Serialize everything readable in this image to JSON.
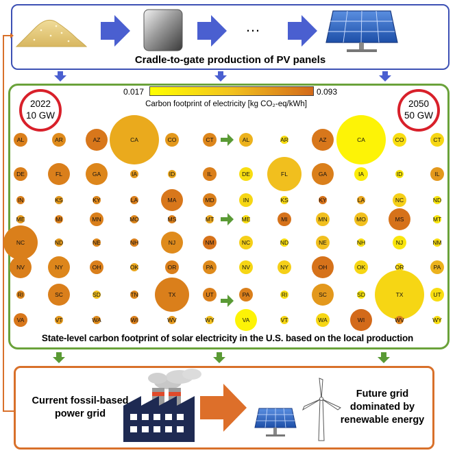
{
  "top": {
    "caption": "Cradle-to-gate production of PV panels",
    "ellipsis": "…"
  },
  "colorbar": {
    "min_label": "0.017",
    "max_label": "0.093",
    "label": "Carbon footprint of electricity [kg CO₂-eq/kWh]",
    "low_color": "#ffff00",
    "high_color": "#d36a1a"
  },
  "scenarios": [
    {
      "year": "2022",
      "capacity": "10 GW"
    },
    {
      "year": "2050",
      "capacity": "50 GW"
    }
  ],
  "mid_caption": "State-level carbon footprint of solar electricity in the U.S. based on the local production",
  "bottom": {
    "left_label": "Current fossil-based power grid",
    "right_label": "Future grid dominated by renewable energy"
  },
  "colors": {
    "blue_frame": "#3c50b4",
    "green_frame": "#6aa23a",
    "orange_frame": "#d8702a",
    "ring_red": "#d8202a",
    "arrow_blue": "#4a5fd0",
    "arrow_green": "#5a9a35",
    "arrow_orange": "#dd6f2a"
  },
  "chart_data": {
    "type": "bubble-grid",
    "colorscale": {
      "min": 0.017,
      "max": 0.093
    },
    "panels": [
      {
        "year": "2022",
        "capacity": "10 GW",
        "rows": [
          [
            {
              "s": "AL",
              "c": 0.085,
              "r": "s"
            },
            {
              "s": "AR",
              "c": 0.08,
              "r": "s"
            },
            {
              "s": "AZ",
              "c": 0.088,
              "r": "m"
            },
            {
              "s": "CA",
              "c": 0.068,
              "r": "xl"
            },
            {
              "s": "CO",
              "c": 0.075,
              "r": "s"
            },
            {
              "s": "CT",
              "c": 0.082,
              "r": "s"
            }
          ],
          [
            {
              "s": "DE",
              "c": 0.085,
              "r": "s"
            },
            {
              "s": "FL",
              "c": 0.085,
              "r": "m"
            },
            {
              "s": "GA",
              "c": 0.082,
              "r": "m"
            },
            {
              "s": "IA",
              "c": 0.075,
              "r": "xs"
            },
            {
              "s": "ID",
              "c": 0.07,
              "r": "xs"
            },
            {
              "s": "IL",
              "c": 0.085,
              "r": "s"
            }
          ],
          [
            {
              "s": "IN",
              "c": 0.085,
              "r": "xs"
            },
            {
              "s": "KS",
              "c": 0.075,
              "r": "xs"
            },
            {
              "s": "KY",
              "c": 0.082,
              "r": "xs"
            },
            {
              "s": "LA",
              "c": 0.085,
              "r": "xs"
            },
            {
              "s": "MA",
              "c": 0.088,
              "r": "m"
            },
            {
              "s": "MD",
              "c": 0.085,
              "r": "s"
            }
          ],
          [
            {
              "s": "ME",
              "c": 0.075,
              "r": "xs"
            },
            {
              "s": "MI",
              "c": 0.085,
              "r": "xs"
            },
            {
              "s": "MN",
              "c": 0.085,
              "r": "s"
            },
            {
              "s": "MO",
              "c": 0.082,
              "r": "xs"
            },
            {
              "s": "MS",
              "c": 0.085,
              "r": "xs"
            },
            {
              "s": "MT",
              "c": 0.07,
              "r": "xs"
            }
          ],
          [
            {
              "s": "NC",
              "c": 0.085,
              "r": "l"
            },
            {
              "s": "ND",
              "c": 0.075,
              "r": "xs"
            },
            {
              "s": "NE",
              "c": 0.082,
              "r": "xs"
            },
            {
              "s": "NH",
              "c": 0.085,
              "r": "xs"
            },
            {
              "s": "NJ",
              "c": 0.08,
              "r": "m"
            },
            {
              "s": "NM",
              "c": 0.09,
              "r": "s"
            }
          ],
          [
            {
              "s": "NV",
              "c": 0.085,
              "r": "m"
            },
            {
              "s": "NY",
              "c": 0.082,
              "r": "m"
            },
            {
              "s": "OH",
              "c": 0.085,
              "r": "s"
            },
            {
              "s": "OK",
              "c": 0.07,
              "r": "xs"
            },
            {
              "s": "OR",
              "c": 0.085,
              "r": "s"
            },
            {
              "s": "PA",
              "c": 0.08,
              "r": "s"
            }
          ],
          [
            {
              "s": "RI",
              "c": 0.082,
              "r": "xs"
            },
            {
              "s": "SC",
              "c": 0.085,
              "r": "m"
            },
            {
              "s": "SD",
              "c": 0.06,
              "r": "xs"
            },
            {
              "s": "TN",
              "c": 0.082,
              "r": "xs"
            },
            {
              "s": "TX",
              "c": 0.085,
              "r": "l"
            },
            {
              "s": "UT",
              "c": 0.085,
              "r": "s"
            }
          ],
          [
            {
              "s": "VA",
              "c": 0.088,
              "r": "s"
            },
            {
              "s": "VT",
              "c": 0.075,
              "r": "xs"
            },
            {
              "s": "WA",
              "c": 0.08,
              "r": "xs"
            },
            {
              "s": "WI",
              "c": 0.085,
              "r": "xs"
            },
            {
              "s": "WV",
              "c": 0.075,
              "r": "xs"
            },
            {
              "s": "WY",
              "c": 0.06,
              "r": "xs"
            }
          ]
        ]
      },
      {
        "year": "2050",
        "capacity": "50 GW",
        "rows": [
          [
            {
              "s": "AL",
              "c": 0.065,
              "r": "s"
            },
            {
              "s": "AR",
              "c": 0.04,
              "r": "xs"
            },
            {
              "s": "AZ",
              "c": 0.088,
              "r": "m"
            },
            {
              "s": "CA",
              "c": 0.025,
              "r": "xl"
            },
            {
              "s": "CO",
              "c": 0.04,
              "r": "s"
            },
            {
              "s": "CT",
              "c": 0.045,
              "r": "s"
            }
          ],
          [
            {
              "s": "DE",
              "c": 0.04,
              "r": "s"
            },
            {
              "s": "FL",
              "c": 0.06,
              "r": "l"
            },
            {
              "s": "GA",
              "c": 0.085,
              "r": "m"
            },
            {
              "s": "IA",
              "c": 0.03,
              "r": "s"
            },
            {
              "s": "ID",
              "c": 0.035,
              "r": "xs"
            },
            {
              "s": "IL",
              "c": 0.075,
              "r": "s"
            }
          ],
          [
            {
              "s": "IN",
              "c": 0.045,
              "r": "s"
            },
            {
              "s": "KS",
              "c": 0.045,
              "r": "xs"
            },
            {
              "s": "KY",
              "c": 0.09,
              "r": "xs"
            },
            {
              "s": "LA",
              "c": 0.07,
              "r": "xs"
            },
            {
              "s": "NC",
              "c": 0.05,
              "r": "s"
            },
            {
              "s": "ND",
              "c": 0.035,
              "r": "xs"
            }
          ],
          [
            {
              "s": "ME",
              "c": 0.04,
              "r": "xs"
            },
            {
              "s": "MI",
              "c": 0.09,
              "r": "s"
            },
            {
              "s": "MN",
              "c": 0.06,
              "r": "s"
            },
            {
              "s": "MO",
              "c": 0.06,
              "r": "s"
            },
            {
              "s": "MS",
              "c": 0.09,
              "r": "m"
            },
            {
              "s": "MT",
              "c": 0.035,
              "r": "xs"
            }
          ],
          [
            {
              "s": "NC",
              "c": 0.05,
              "r": "s"
            },
            {
              "s": "ND",
              "c": 0.04,
              "r": "xs"
            },
            {
              "s": "NE",
              "c": 0.06,
              "r": "s"
            },
            {
              "s": "NH",
              "c": 0.04,
              "r": "xs"
            },
            {
              "s": "NJ",
              "c": 0.035,
              "r": "s"
            },
            {
              "s": "NM",
              "c": 0.04,
              "r": "xs"
            }
          ],
          [
            {
              "s": "NV",
              "c": 0.045,
              "r": "s"
            },
            {
              "s": "NY",
              "c": 0.05,
              "r": "s"
            },
            {
              "s": "OH",
              "c": 0.09,
              "r": "m"
            },
            {
              "s": "OK",
              "c": 0.045,
              "r": "s"
            },
            {
              "s": "OR",
              "c": 0.045,
              "r": "xs"
            },
            {
              "s": "PA",
              "c": 0.065,
              "r": "s"
            }
          ],
          [
            {
              "s": "PA",
              "c": 0.085,
              "r": "s"
            },
            {
              "s": "RI",
              "c": 0.04,
              "r": "xs"
            },
            {
              "s": "SC",
              "c": 0.075,
              "r": "m"
            },
            {
              "s": "SD",
              "c": 0.035,
              "r": "xs"
            },
            {
              "s": "TX",
              "c": 0.045,
              "r": "xl"
            },
            {
              "s": "UT",
              "c": 0.04,
              "r": "s"
            }
          ],
          [
            {
              "s": "VA",
              "c": 0.025,
              "r": "m"
            },
            {
              "s": "VT",
              "c": 0.045,
              "r": "xs"
            },
            {
              "s": "WA",
              "c": 0.045,
              "r": "s"
            },
            {
              "s": "WI",
              "c": 0.093,
              "r": "m"
            },
            {
              "s": "WV",
              "c": 0.085,
              "r": "xs"
            },
            {
              "s": "WY",
              "c": 0.04,
              "r": "xs"
            }
          ]
        ]
      }
    ]
  }
}
